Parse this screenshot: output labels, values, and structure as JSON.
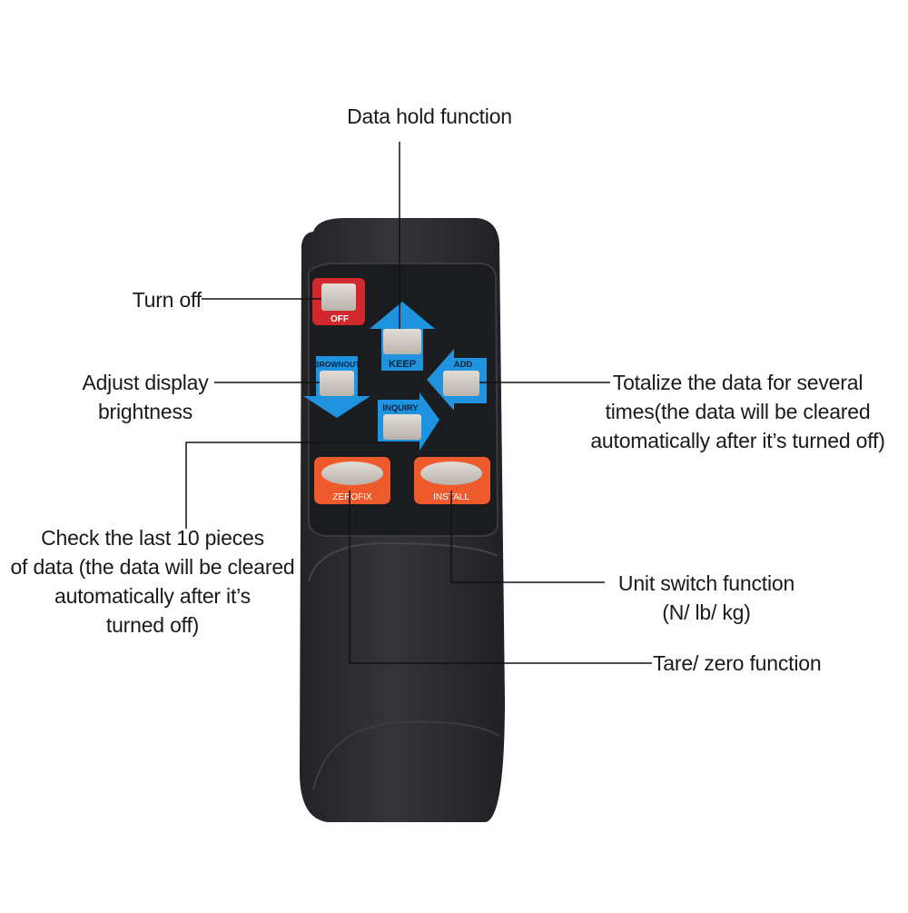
{
  "remote": {
    "buttons": {
      "off": "OFF",
      "keep": "KEEP",
      "brownout": "BROWNOUT",
      "add": "ADD",
      "inquiry": "INQUIRY",
      "zerofix": "ZEROFIX",
      "install": "INSTALL"
    },
    "colors": {
      "body": "#2b2c30",
      "panel": "#1b1c1f",
      "button_gray": "#cfcac4",
      "off_red": "#d0282c",
      "arrow_blue": "#1f93de",
      "orange": "#ef5a2c"
    }
  },
  "callouts": {
    "data_hold": [
      "Data hold function"
    ],
    "turn_off": [
      "Turn off"
    ],
    "brightness": [
      "Adjust display",
      "brightness"
    ],
    "totalize": [
      "Totalize the data for several",
      "times(the data will be cleared",
      "automatically after it’s turned off)"
    ],
    "check_last": [
      "Check the last 10 pieces",
      "of data (the data will be cleared",
      "automatically after it’s",
      "turned off)"
    ],
    "unit_switch": [
      "Unit switch function",
      "(N/ lb/ kg)"
    ],
    "tare_zero": [
      "Tare/ zero function"
    ]
  }
}
